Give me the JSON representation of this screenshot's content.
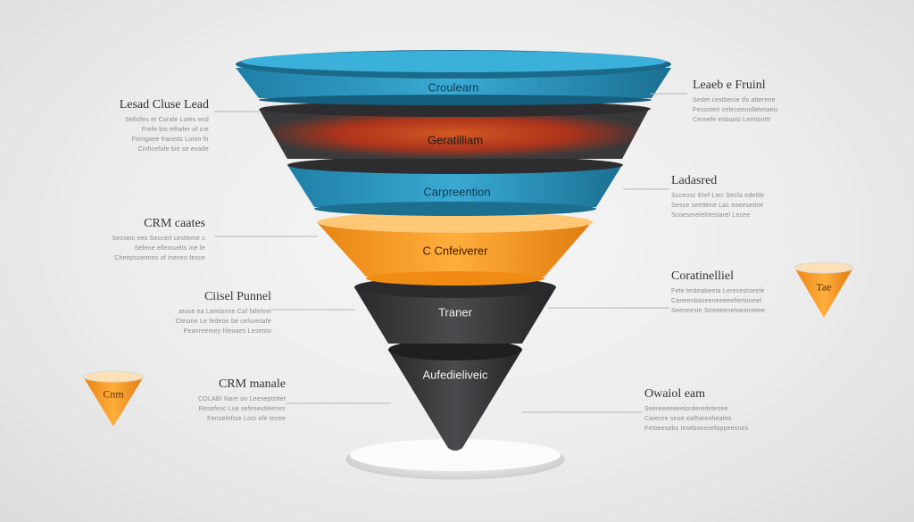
{
  "segments": [
    {
      "label": "Croulearn"
    },
    {
      "label": "Geratilliam"
    },
    {
      "label": "Carpreention"
    },
    {
      "label": "C Cnfeiverer"
    },
    {
      "label": "Traner"
    },
    {
      "label": "Aufedieliveic"
    }
  ],
  "callouts": {
    "left_1": {
      "title": "Lesad Cluse Lead",
      "lines": [
        "Sefiofes et Corale Lutes end",
        "Frefe bis ethafer of cre",
        "Fiengaee fraceds Lonm fir",
        "Cinficefafe bie se evade"
      ]
    },
    "left_2": {
      "title": "CRM caates",
      "lines": [
        "Secseic ees Seccerl cestleme c",
        "Sefene ellemuelts ine fe",
        "Cheepscemres of ineceo fesce"
      ]
    },
    "left_3": {
      "title": "Ciisel Punnel",
      "lines": [
        "atuse ea Lamtanne Caf fafefeel",
        "Ctesine Le fedeoe be ceforesafe",
        "Peanreemey fifeoaes Lesetoo"
      ]
    },
    "left_4": {
      "title": "CRM manale",
      "lines": [
        "COLABI Nare on Leeseptsttet",
        "Resefesc Lue sefeseutleenes",
        "Fensefeftse Lom efe tecee"
      ]
    },
    "right_1": {
      "title": "Leaeb e Fruinl",
      "lines": [
        "Sedet cestbecie tfo atterene",
        "Fecocteri celeceenolletetaeic",
        "Cereefe esbuasi Lemtonttt"
      ]
    },
    "right_2": {
      "title": "Ladasred",
      "lines": [
        "Scceosc Etef Liec Secfa edeltle",
        "Sesce seettene Lac eoeesetine",
        "Scoeseretelrtestarel Lecee"
      ]
    },
    "right_3": {
      "title": "Coratinelliel",
      "lines": [
        "Fefe testeabeeta Lerecestoeele",
        "Caneenbaseeneeeeellertoneef",
        "Seeseeste Seeeeenetoeeinteee"
      ]
    },
    "right_4": {
      "title": "Owaiol eam",
      "lines": [
        "Seereeeeeeelorderedetesee",
        "Carenre seoe eafhieenheafes",
        "Fetoeesebs lesebseecefoppeesnes"
      ]
    }
  },
  "mini_funnels": {
    "left": "Cnm",
    "right": "Tae"
  },
  "colors": {
    "teal": "#2a93b8",
    "dark": "#3a3a3c",
    "orange": "#f39a1e",
    "red_glow": "#d2431e"
  }
}
